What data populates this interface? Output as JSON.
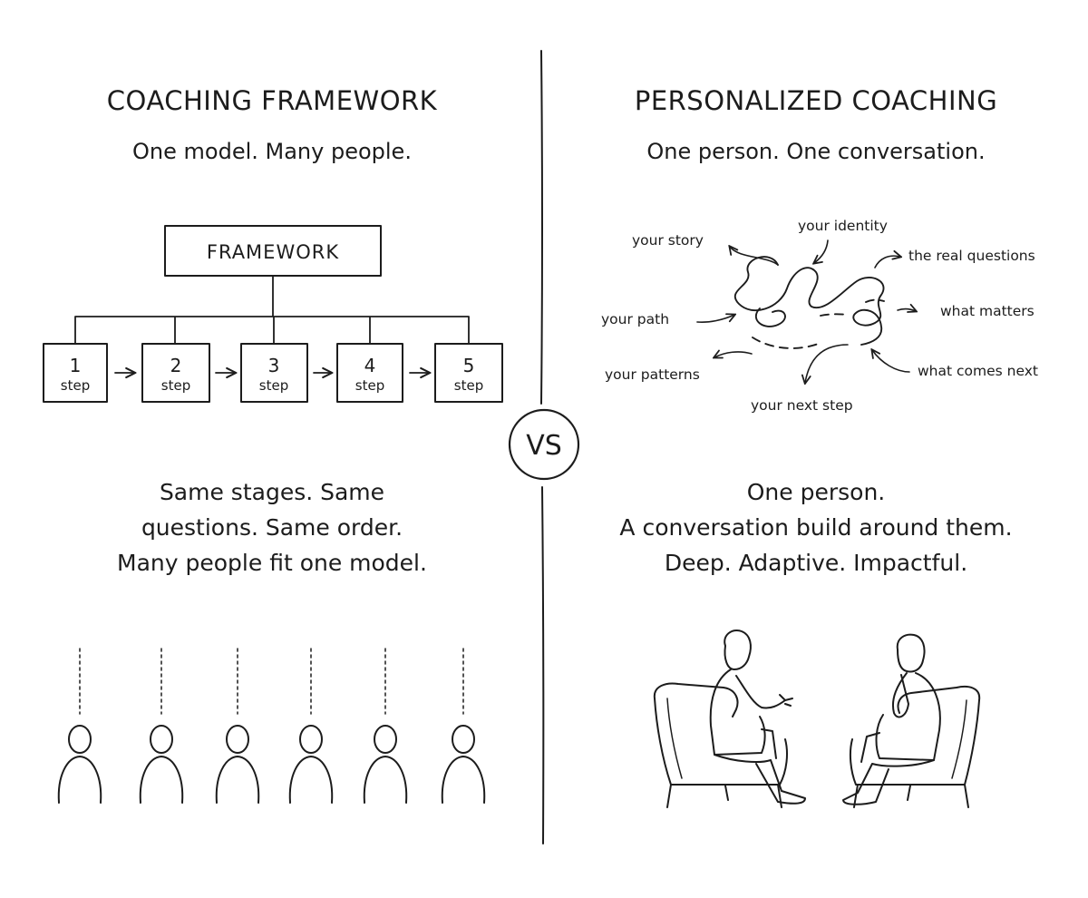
{
  "left": {
    "title": "COACHING FRAMEWORK",
    "subtitle": "One model. Many people.",
    "framework_label": "FRAMEWORK",
    "steps": [
      {
        "num": "1",
        "label": "step"
      },
      {
        "num": "2",
        "label": "step"
      },
      {
        "num": "3",
        "label": "step"
      },
      {
        "num": "4",
        "label": "step"
      },
      {
        "num": "5",
        "label": "step"
      }
    ],
    "body": [
      "Same stages. Same",
      "questions. Same order.",
      "Many people fit one model."
    ]
  },
  "vs_label": "VS",
  "right": {
    "title": "PERSONALIZED COACHING",
    "subtitle": "One person. One conversation.",
    "labels": {
      "your_story": "your story",
      "your_identity": "your identity",
      "the_real_questions": "the real questions",
      "your_path": "your path",
      "what_matters": "what matters",
      "your_patterns": "your patterns",
      "what_comes_next": "what comes next",
      "your_next_step": "your next step"
    },
    "body": [
      "One person.",
      "A conversation build around them.",
      "Deep. Adaptive. Impactful."
    ]
  },
  "colors": {
    "ink": "#1c1c1c",
    "background": "#ffffff"
  }
}
